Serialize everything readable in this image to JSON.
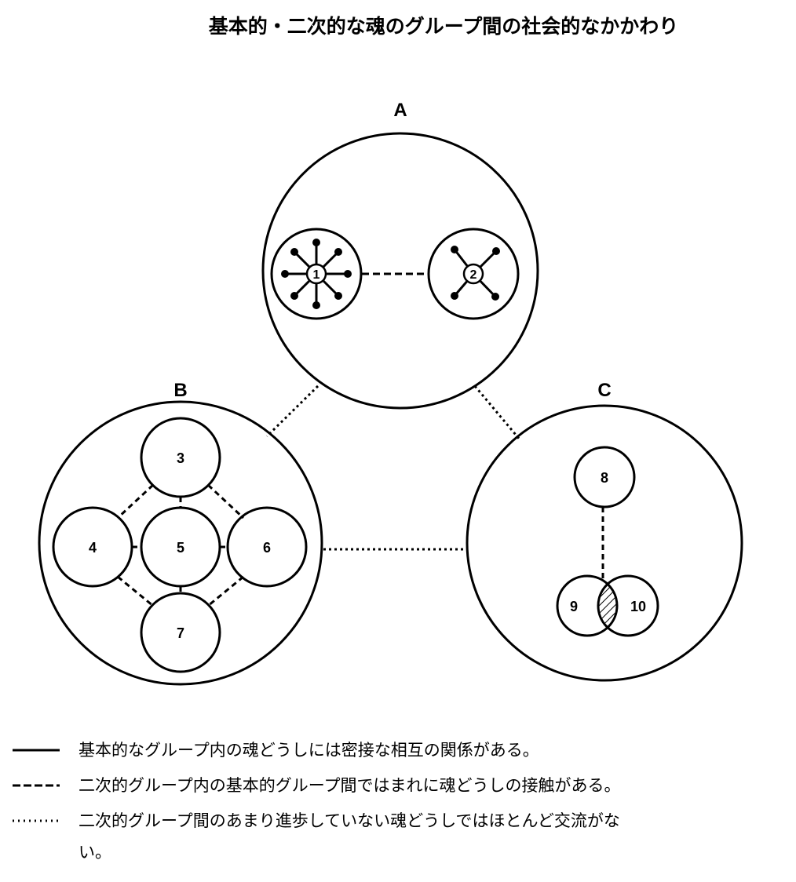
{
  "title": "基本的・二次的な魂のグループ間の社会的なかかわり",
  "groups": [
    {
      "label": "A",
      "members": [
        "1",
        "2"
      ]
    },
    {
      "label": "B",
      "members": [
        "3",
        "4",
        "5",
        "6",
        "7"
      ]
    },
    {
      "label": "C",
      "members": [
        "8",
        "9",
        "10"
      ]
    }
  ],
  "legend": [
    {
      "style": "solid",
      "text": "基本的なグループ内の魂どうしには密接な相互の関係がある。"
    },
    {
      "style": "dashed",
      "text": "二次的グループ内の基本的グループ間ではまれに魂どうしの接触がある。"
    },
    {
      "style": "dotted",
      "text": "二次的グループ間のあまり進歩していない魂どうしではほとんど交流がな",
      "continuation": "い。"
    }
  ]
}
